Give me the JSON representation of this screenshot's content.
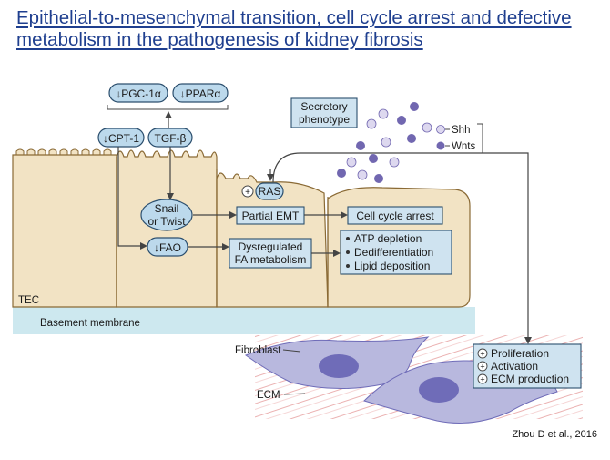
{
  "slide": {
    "title_line1": "Epithelial-to-mesenchymal transition, cell cycle arrest and defective",
    "title_line2": "metabolism in the pathogenesis of kidney fibrosis",
    "citation": "Zhou D et al., 2016"
  },
  "diagram": {
    "pgc1a": "↓PGC-1α",
    "ppara": "↓PPARα",
    "cpt1": "↓CPT-1",
    "tgfb": "TGF-β",
    "snail_line1": "Snail",
    "snail_line2": "or Twist",
    "fao": "↓FAO",
    "ras": "RAS",
    "plus": "+",
    "secretory_line1": "Secretory",
    "secretory_line2": "phenotype",
    "shh": "Shh",
    "wnts": "Wnts",
    "partial_emt": "Partial EMT",
    "cell_cycle_arrest": "Cell cycle arrest",
    "dysregulated_line1": "Dysregulated",
    "dysregulated_line2": "FA metabolism",
    "atp_depletion": "ATP depletion",
    "dedifferentiation": "Dedifferentiation",
    "lipid_deposition": "Lipid deposition",
    "tec": "TEC",
    "basement_membrane": "Basement membrane",
    "fibroblast": "Fibroblast",
    "ecm": "ECM",
    "proliferation": "Proliferation",
    "activation": "Activation",
    "ecm_production": "ECM production"
  },
  "colors": {
    "cell_fill": "#f2e3c4",
    "cell_border": "#8a6a35",
    "label_box_fill": "#cfe3f0",
    "label_box_border": "#2c4f6e",
    "oval_fill": "#bcd9ec",
    "basement_membrane": "#cde8ef",
    "fibroblast": "#b8b8de",
    "nucleus": "#6f6cb8",
    "arrow": "#444444",
    "title": "#1f3f8f"
  }
}
